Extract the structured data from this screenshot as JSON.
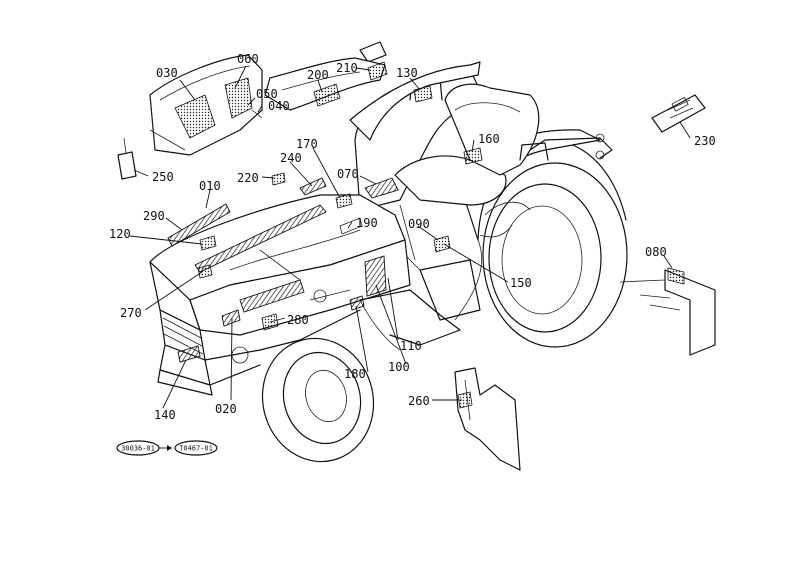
{
  "labels": [
    {
      "id": "l030",
      "text": "030"
    },
    {
      "id": "l060",
      "text": "060"
    },
    {
      "id": "l050",
      "text": "050"
    },
    {
      "id": "l040",
      "text": "040"
    },
    {
      "id": "l200",
      "text": "200"
    },
    {
      "id": "l210",
      "text": "210"
    },
    {
      "id": "l130",
      "text": "130"
    },
    {
      "id": "l230",
      "text": "230"
    },
    {
      "id": "l250",
      "text": "250"
    },
    {
      "id": "l170",
      "text": "170"
    },
    {
      "id": "l240",
      "text": "240"
    },
    {
      "id": "l160",
      "text": "160"
    },
    {
      "id": "l220",
      "text": "220"
    },
    {
      "id": "l070",
      "text": "070"
    },
    {
      "id": "l010",
      "text": "010"
    },
    {
      "id": "l290",
      "text": "290"
    },
    {
      "id": "l190",
      "text": "190"
    },
    {
      "id": "l090",
      "text": "090"
    },
    {
      "id": "l120",
      "text": "120"
    },
    {
      "id": "l080",
      "text": "080"
    },
    {
      "id": "l150",
      "text": "150"
    },
    {
      "id": "l270",
      "text": "270"
    },
    {
      "id": "l280",
      "text": "280"
    },
    {
      "id": "l110",
      "text": "110"
    },
    {
      "id": "l100",
      "text": "100"
    },
    {
      "id": "l180",
      "text": "180"
    },
    {
      "id": "l140",
      "text": "140"
    },
    {
      "id": "l020",
      "text": "020"
    },
    {
      "id": "l260",
      "text": "260"
    }
  ],
  "reference": {
    "from": "30036-01",
    "to": "T0467-01"
  }
}
